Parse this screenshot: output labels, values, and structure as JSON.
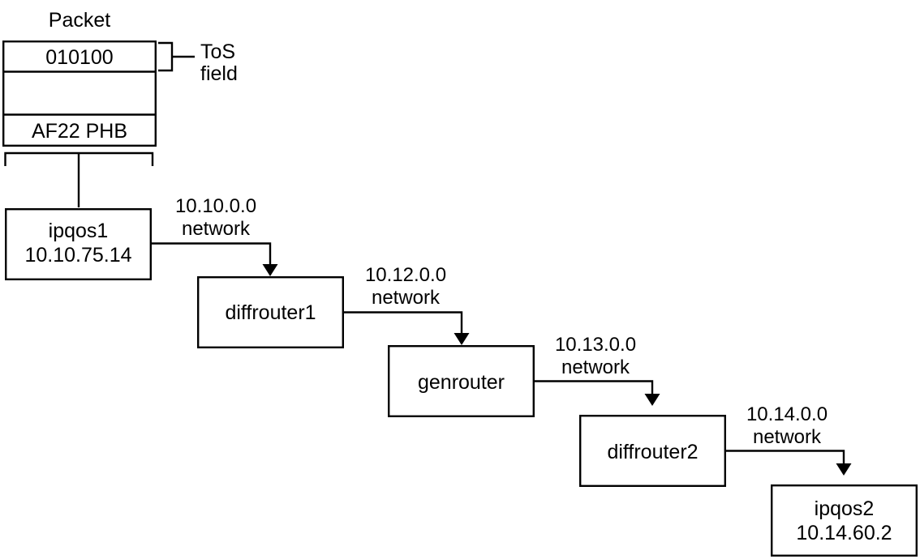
{
  "diagram": {
    "title": "Packet",
    "packet": {
      "title_label": "Packet",
      "rows": [
        {
          "text": "010100"
        },
        {
          "text": ""
        },
        {
          "text": "AF22 PHB"
        }
      ],
      "tos_annotation": {
        "line1": "ToS",
        "line2": "field"
      }
    },
    "nodes": [
      {
        "id": "ipqos1",
        "name": "ipqos1",
        "address": "10.10.75.14"
      },
      {
        "id": "diffrouter1",
        "name": "diffrouter1",
        "address": ""
      },
      {
        "id": "genrouter",
        "name": "genrouter",
        "address": ""
      },
      {
        "id": "diffrouter2",
        "name": "diffrouter2",
        "address": ""
      },
      {
        "id": "ipqos2",
        "name": "ipqos2",
        "address": "10.14.60.2"
      }
    ],
    "links": [
      {
        "from": "ipqos1",
        "to": "diffrouter1",
        "network": "10.10.0.0",
        "suffix": "network"
      },
      {
        "from": "diffrouter1",
        "to": "genrouter",
        "network": "10.12.0.0",
        "suffix": "network"
      },
      {
        "from": "genrouter",
        "to": "diffrouter2",
        "network": "10.13.0.0",
        "suffix": "network"
      },
      {
        "from": "diffrouter2",
        "to": "ipqos2",
        "network": "10.14.0.0",
        "suffix": "network"
      }
    ],
    "colors": {
      "stroke": "#000000",
      "background": "#ffffff",
      "text": "#000000"
    }
  }
}
